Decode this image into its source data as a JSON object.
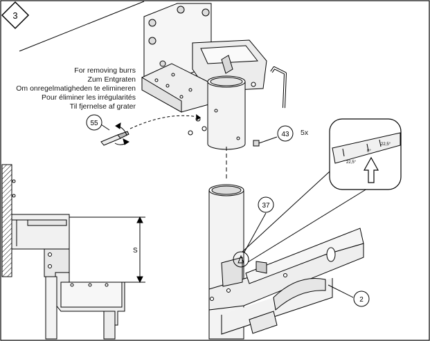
{
  "step": {
    "number": "3"
  },
  "instruction_lines": [
    "For removing burrs",
    "Zum Entgraten",
    "Om onregelmatigheden te elimineren",
    "Pour éliminer les irrégularités",
    "Til fjernelse af grater"
  ],
  "callouts": {
    "deburr_tool": "55",
    "bolt": "43",
    "detail": "37",
    "mast": "2"
  },
  "quantity": "5x",
  "dimension_label": "S",
  "detail_marks": {
    "left_angle": "22,5°",
    "center_angle": "0°",
    "right_angle": "22,5°"
  }
}
